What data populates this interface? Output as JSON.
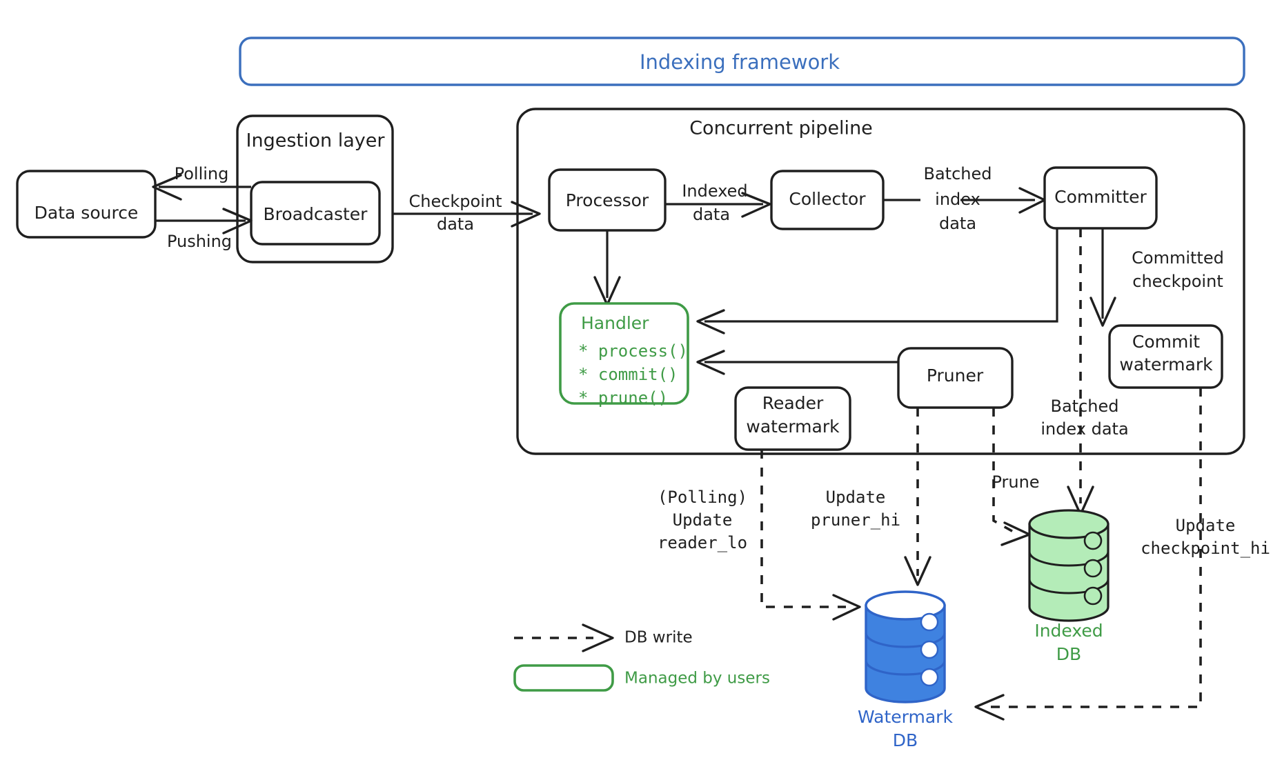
{
  "diagram": {
    "title": "Indexing framework",
    "title_color": "#3b6fbd",
    "accent_green": "#3f9b46",
    "accent_blue": "#2f64c8",
    "ink": "#1f1f1f"
  },
  "groups": {
    "framework": {
      "label": "Indexing framework"
    },
    "ingestion": {
      "label": "Ingestion layer"
    },
    "pipeline": {
      "label": "Concurrent pipeline"
    }
  },
  "nodes": {
    "data_source": {
      "label": "Data source"
    },
    "broadcaster": {
      "label": "Broadcaster"
    },
    "processor": {
      "label": "Processor"
    },
    "collector": {
      "label": "Collector"
    },
    "committer": {
      "label": "Committer"
    },
    "commit_watermark": {
      "line1": "Commit",
      "line2": "watermark"
    },
    "reader_watermark": {
      "line1": "Reader",
      "line2": "watermark"
    },
    "pruner": {
      "label": "Pruner"
    }
  },
  "handler": {
    "title": "Handler",
    "methods": [
      "* process()",
      "* commit()",
      "* prune()"
    ],
    "color": "#3f9b46"
  },
  "databases": {
    "indexed": {
      "line1": "Indexed",
      "line2": "DB",
      "color": "#3f9b46",
      "fill": "#b4ecb8"
    },
    "watermark": {
      "line1": "Watermark",
      "line2": "DB",
      "color": "#2f64c8",
      "fill": "#3f82e0"
    }
  },
  "edges": {
    "polling": {
      "label": "Polling"
    },
    "pushing": {
      "label": "Pushing"
    },
    "checkpoint_data": {
      "line1": "Checkpoint",
      "line2": "data"
    },
    "indexed_data": {
      "line1": "Indexed",
      "line2": "data"
    },
    "batched_index_data": {
      "line1": "Batched",
      "line2": "index",
      "line3": "data"
    },
    "committed_checkpoint": {
      "line1": "Committed",
      "line2": "checkpoint"
    },
    "batched_index_data_db": {
      "line1": "Batched",
      "line2": "index data"
    },
    "prune": {
      "label": "Prune"
    }
  },
  "db_writes": {
    "reader_lo": {
      "line1": "(Polling)",
      "line2": "Update",
      "line3": "reader_lo"
    },
    "pruner_hi": {
      "line1": "Update",
      "line2": "pruner_hi"
    },
    "checkpoint_hi": {
      "line1": "Update",
      "line2": "checkpoint_hi"
    }
  },
  "legend": {
    "items": [
      {
        "name": "db-write",
        "label": "DB write",
        "style": "dashed-arrow",
        "color": "#1f1f1f"
      },
      {
        "name": "managed-by-users",
        "label": "Managed by users",
        "style": "rounded-rect",
        "color": "#3f9b46"
      }
    ]
  }
}
